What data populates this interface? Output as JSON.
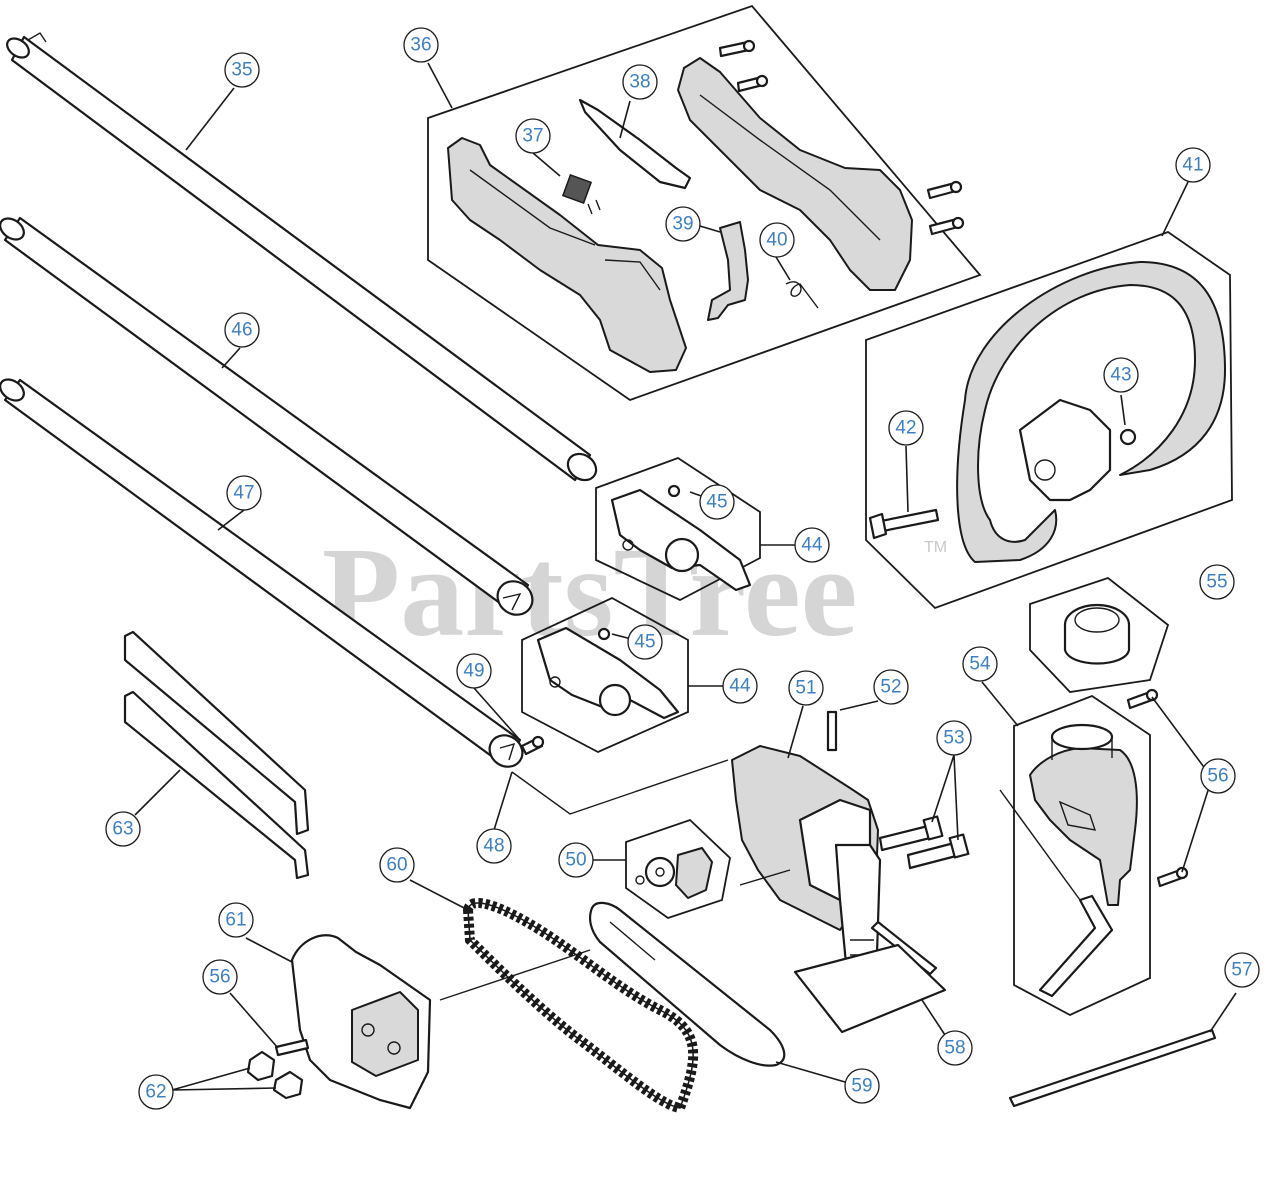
{
  "watermark": {
    "text": "PartsTree",
    "trademark": "TM"
  },
  "accent_color": "#3d7fc4",
  "callouts": {
    "c35": "35",
    "c36": "36",
    "c37": "37",
    "c38": "38",
    "c39": "39",
    "c40": "40",
    "c41": "41",
    "c42": "42",
    "c43": "43",
    "c44a": "44",
    "c44b": "44",
    "c45a": "45",
    "c45b": "45",
    "c46": "46",
    "c47": "47",
    "c48": "48",
    "c49": "49",
    "c50": "50",
    "c51": "51",
    "c52": "52",
    "c53": "53",
    "c54": "54",
    "c55": "55",
    "c56a": "56",
    "c56b": "56",
    "c57": "57",
    "c58": "58",
    "c59": "59",
    "c60": "60",
    "c61": "61",
    "c62": "62",
    "c63": "63"
  }
}
